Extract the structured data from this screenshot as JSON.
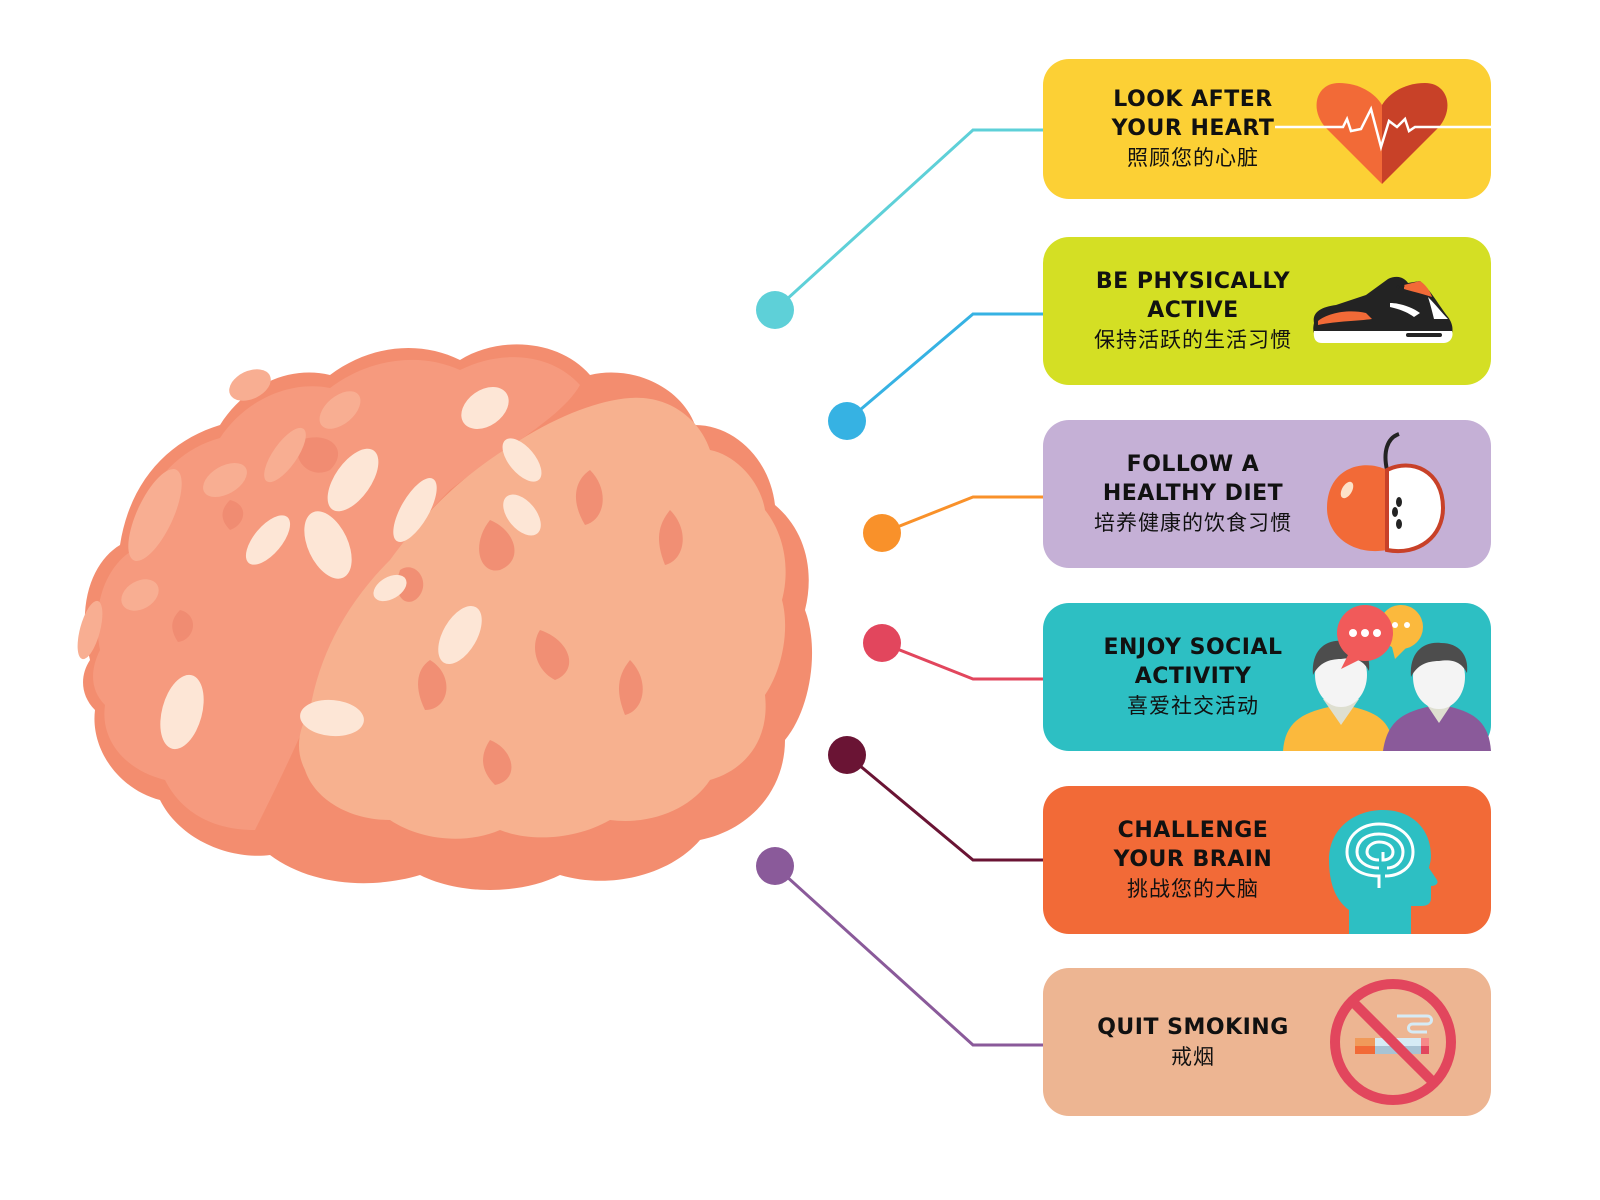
{
  "cards": [
    {
      "id": "heart",
      "title_line1": "LOOK AFTER",
      "title_line2": "YOUR HEART",
      "title_zh": "照顾您的心脏",
      "bg": "#fcd035",
      "connector_color": "#5ed0d8",
      "icon": "heart-pulse-icon"
    },
    {
      "id": "active",
      "title_line1": "BE PHYSICALLY",
      "title_line2": "ACTIVE",
      "title_zh": "保持活跃的生活习惯",
      "bg": "#d4df24",
      "connector_color": "#36b2e3",
      "icon": "sneaker-icon"
    },
    {
      "id": "diet",
      "title_line1": "FOLLOW A",
      "title_line2": "HEALTHY DIET",
      "title_zh": "培养健康的饮食习惯",
      "bg": "#c5b0d6",
      "connector_color": "#f9912a",
      "icon": "apple-icon"
    },
    {
      "id": "social",
      "title_line1": "ENJOY SOCIAL",
      "title_line2": "ACTIVITY",
      "title_zh": "喜爱社交活动",
      "bg": "#2dbfc3",
      "connector_color": "#e2465d",
      "icon": "people-chat-icon"
    },
    {
      "id": "brain",
      "title_line1": "CHALLENGE",
      "title_line2": "YOUR BRAIN",
      "title_zh": "挑战您的大脑",
      "bg": "#f26a37",
      "connector_color": "#6a1434",
      "icon": "brain-maze-head-icon"
    },
    {
      "id": "smoking",
      "title_line1": "QUIT SMOKING",
      "title_line2": "",
      "title_zh": "戒烟",
      "bg": "#edb592",
      "connector_color": "#8a5a9a",
      "icon": "no-smoking-icon"
    }
  ],
  "illustration": {
    "subject": "brain-illustration",
    "colors": {
      "base": "#f59a7c",
      "light": "#f7b28f",
      "highlight": "#fde8d8",
      "shadow": "#ef8a6e"
    }
  }
}
